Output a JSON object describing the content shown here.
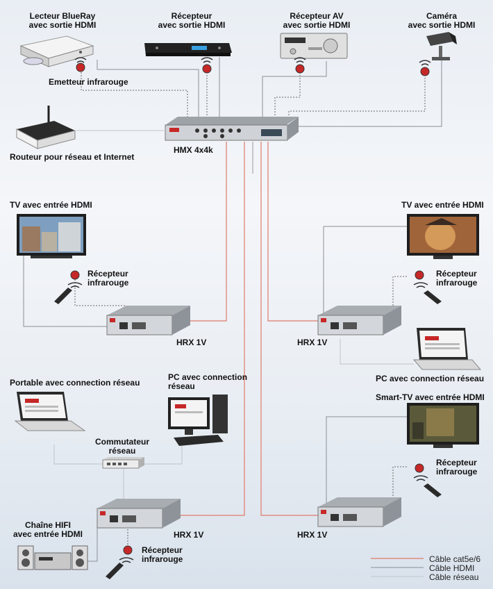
{
  "devices": {
    "bluray": {
      "line1": "Lecteur BlueRay",
      "line2": "avec sortie HDMI"
    },
    "receiver_hdmi": {
      "line1": "Récepteur",
      "line2": "avec sortie HDMI"
    },
    "receiver_av": {
      "line1": "Récepteur AV",
      "line2": "avec sortie HDMI"
    },
    "camera": {
      "line1": "Caméra",
      "line2": "avec sortie HDMI"
    },
    "ir_emitter": "Emetteur infrarouge",
    "router": "Routeur pour réseau et Internet",
    "matrix": "HMX 4x4k",
    "tv_left": "TV avec entrée HDMI",
    "tv_right": "TV avec entrée HDMI",
    "ir_receiver_1": {
      "line1": "Récepteur",
      "line2": "infrarouge"
    },
    "ir_receiver_2": {
      "line1": "Récepteur",
      "line2": "infrarouge"
    },
    "ir_receiver_3": {
      "line1": "Récepteur",
      "line2": "infrarouge"
    },
    "ir_receiver_4": {
      "line1": "Récepteur",
      "line2": "infrarouge"
    },
    "hrx_1": "HRX 1V",
    "hrx_2": "HRX 1V",
    "hrx_3": "HRX 1V",
    "hrx_4": "HRX 1V",
    "pc_right": "PC avec connection réseau",
    "laptop_left": "Portable avec connection réseau",
    "pc_center": {
      "line1": "PC avec connection",
      "line2": "réseau"
    },
    "smart_tv": "Smart-TV avec entrée HDMI",
    "switch": {
      "line1": "Commutateur",
      "line2": "réseau"
    },
    "hifi": {
      "line1": "Chaîne HIFI",
      "line2": "avec entrée HDMI"
    }
  },
  "legend": {
    "cat5": "Câble cat5e/6",
    "hdmi": "Câble HDMI",
    "network": "Câble réseau"
  },
  "colors": {
    "cat5": "#e07a6a",
    "hdmi": "#8a8f96",
    "network": "#c4c8cc",
    "accent": "#c62828"
  }
}
